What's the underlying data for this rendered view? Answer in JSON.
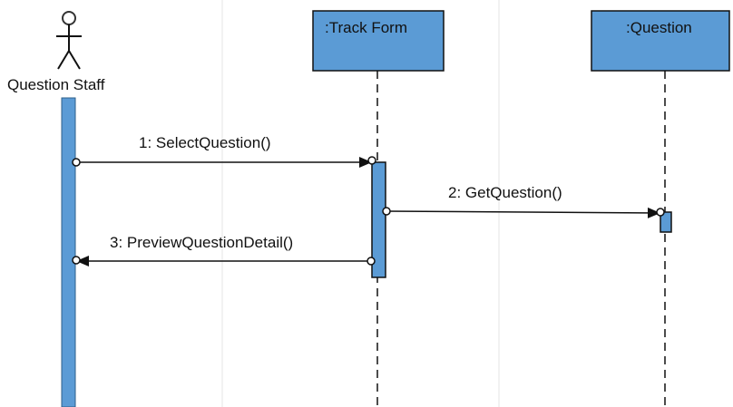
{
  "diagram": {
    "type": "sequence",
    "actor": {
      "label": "Question Staff"
    },
    "objects": [
      {
        "label": ":Track Form"
      },
      {
        "label": ":Question"
      }
    ],
    "messages": [
      {
        "label": "1: SelectQuestion()",
        "from": "Question Staff",
        "to": ":Track Form"
      },
      {
        "label": "2: GetQuestion()",
        "from": ":Track Form",
        "to": ":Question"
      },
      {
        "label": "3: PreviewQuestionDetail()",
        "from": ":Track Form",
        "to": "Question Staff"
      }
    ],
    "colors": {
      "box_fill": "#5b9bd5",
      "activation_fill": "#5b9bd5",
      "line": "#111111"
    }
  }
}
